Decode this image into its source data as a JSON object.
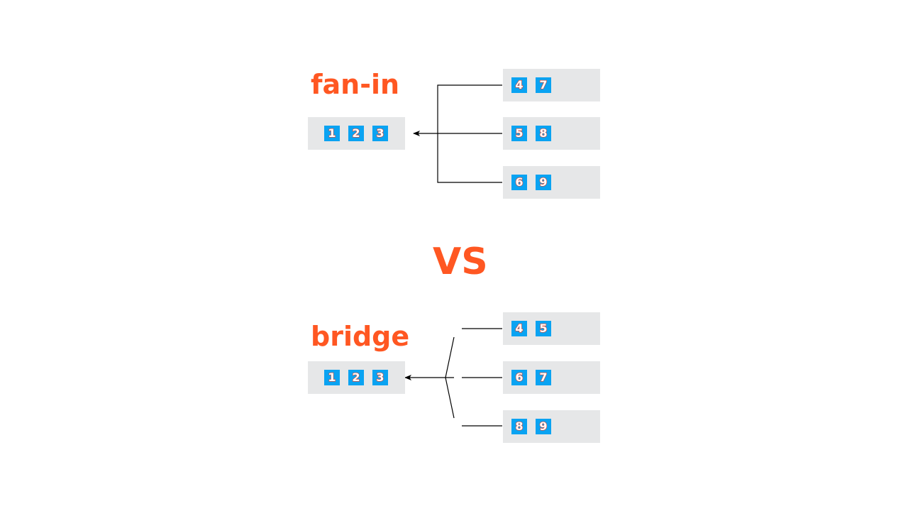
{
  "fanin": {
    "title": "fan-in",
    "target": [
      "1",
      "2",
      "3"
    ],
    "sources": [
      [
        "4",
        "7"
      ],
      [
        "5",
        "8"
      ],
      [
        "6",
        "9"
      ]
    ]
  },
  "vs": "VS",
  "bridge": {
    "title": "bridge",
    "target": [
      "1",
      "2",
      "3"
    ],
    "sources": [
      [
        "4",
        "5"
      ],
      [
        "6",
        "7"
      ],
      [
        "8",
        "9"
      ]
    ]
  },
  "colors": {
    "accent": "#ff5722",
    "tile": "#0aa3f2",
    "panel": "#e6e7e8",
    "line": "#000000"
  }
}
